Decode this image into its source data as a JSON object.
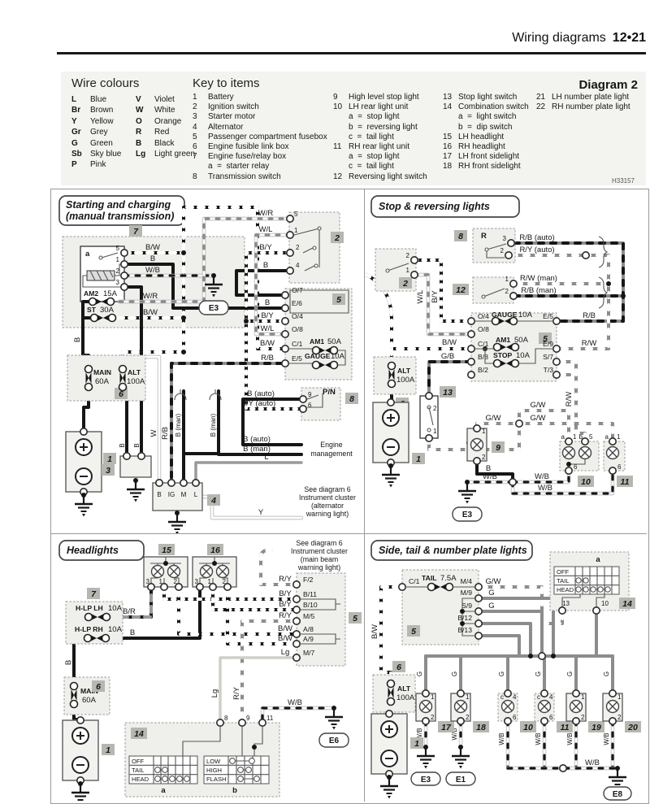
{
  "header": {
    "title": "Wiring diagrams",
    "page": "12•21"
  },
  "key": {
    "wire_colours_title": "Wire colours",
    "items_title": "Key to items",
    "diagram_label": "Diagram 2",
    "ref": "H33157",
    "wc1": [
      {
        "a": "L",
        "c": "Blue"
      },
      {
        "a": "Br",
        "c": "Brown"
      },
      {
        "a": "Y",
        "c": "Yellow"
      },
      {
        "a": "Gr",
        "c": "Grey"
      },
      {
        "a": "G",
        "c": "Green"
      },
      {
        "a": "Sb",
        "c": "Sky blue"
      },
      {
        "a": "P",
        "c": "Pink"
      }
    ],
    "wc2": [
      {
        "a": "V",
        "c": "Violet"
      },
      {
        "a": "W",
        "c": "White"
      },
      {
        "a": "O",
        "c": "Orange"
      },
      {
        "a": "R",
        "c": "Red"
      },
      {
        "a": "B",
        "c": "Black"
      },
      {
        "a": "Lg",
        "c": "Light green"
      }
    ],
    "col1": [
      {
        "n": "1",
        "t": "Battery"
      },
      {
        "n": "2",
        "t": "Ignition switch"
      },
      {
        "n": "3",
        "t": "Starter motor"
      },
      {
        "n": "4",
        "t": "Alternator"
      },
      {
        "n": "5",
        "t": "Passenger compartment fusebox"
      },
      {
        "n": "6",
        "t": "Engine fusible link box"
      },
      {
        "n": "7",
        "t": "Engine fuse/relay box"
      },
      {
        "n": "",
        "t": "a  =  starter relay"
      },
      {
        "n": "8",
        "t": "Transmission switch"
      }
    ],
    "col2": [
      {
        "n": "9",
        "t": "High level stop light"
      },
      {
        "n": "10",
        "t": "LH rear light unit"
      },
      {
        "n": "",
        "t": "a  =  stop light"
      },
      {
        "n": "",
        "t": "b  =  reversing light"
      },
      {
        "n": "",
        "t": "c  =  tail light"
      },
      {
        "n": "11",
        "t": "RH rear light unit"
      },
      {
        "n": "",
        "t": "a  =  stop light"
      },
      {
        "n": "",
        "t": "c  =  tail light"
      },
      {
        "n": "12",
        "t": "Reversing light switch"
      }
    ],
    "col3": [
      {
        "n": "13",
        "t": "Stop light switch"
      },
      {
        "n": "14",
        "t": "Combination switch"
      },
      {
        "n": "",
        "t": "a  =  light switch"
      },
      {
        "n": "",
        "t": "b  =  dip switch"
      },
      {
        "n": "15",
        "t": "LH headlight"
      },
      {
        "n": "16",
        "t": "RH headlight"
      },
      {
        "n": "17",
        "t": "LH front sidelight"
      },
      {
        "n": "18",
        "t": "RH front sidelight"
      }
    ],
    "col4": [
      {
        "n": "21",
        "t": "LH number plate light"
      },
      {
        "n": "22",
        "t": "RH number plate light"
      }
    ]
  },
  "titles": {
    "q1a": "Starting and charging",
    "q1b": "(manual transmission)",
    "q2": "Stop & reversing lights",
    "q3": "Headlights",
    "q4": "Side, tail & number plate lights"
  },
  "wires": {
    "B": "B",
    "BW": "B/W",
    "WB": "W/B",
    "WR": "W/R",
    "WL": "W/L",
    "BY": "B/Y",
    "RB": "R/B",
    "RW": "R/W",
    "RY": "R/Y",
    "BR": "B/R",
    "GB": "G/B",
    "GW": "G/W",
    "G": "G",
    "W": "W",
    "Y": "Y",
    "L": "L",
    "LG": "Lg",
    "BAUTO": "B (auto)",
    "BMAN": "B (man)",
    "BYAUTO": "B/Y (auto)",
    "RBAUTO": "R/B (auto)",
    "RYAUTO": "R/Y (auto)",
    "RWMAN": "R/W (man)",
    "RBMAN": "R/B (man)"
  },
  "fuses": {
    "AM2": "AM2",
    "A15": "15A",
    "ST": "ST",
    "A30": "30A",
    "AM1": "AM1",
    "A50": "50A",
    "GAUGE": "GAUGE",
    "A10": "10A",
    "MAIN": "MAIN",
    "A60": "60A",
    "ALT": "ALT",
    "A100": "100A",
    "STOP": "STOP",
    "TAIL": "TAIL",
    "A75": "7.5A",
    "HLPLH": "H-LP LH",
    "HLPRH": "H-LP RH"
  },
  "terms": {
    "O7": "O/7",
    "E6": "E/6",
    "O4": "O/4",
    "O8": "O/8",
    "C1": "C/1",
    "E5": "E/5",
    "E9": "E/9",
    "S7": "S/7",
    "T3": "T/3",
    "B8": "B/8",
    "B2": "B/2",
    "F2": "F/2",
    "B11": "B/11",
    "B10": "B/10",
    "M5": "M/5",
    "A8": "A/8",
    "A9": "A/9",
    "M7": "M/7",
    "M4": "M/4",
    "M9": "M/9",
    "S9": "S/9",
    "B12": "B/12",
    "B13": "B/13",
    "IG": "IG",
    "M": "M"
  },
  "grounds": {
    "E1": "E1",
    "E3": "E3",
    "E6": "E6",
    "E8": "E8"
  },
  "nums": {
    "1": "1",
    "2": "2",
    "3": "3",
    "4": "4",
    "5": "5",
    "6": "6",
    "7": "7",
    "8": "8",
    "9": "9",
    "10": "10",
    "11": "11",
    "12": "12",
    "13": "13",
    "14": "14",
    "15": "15",
    "16": "16",
    "17": "17",
    "18": "18",
    "19": "19",
    "20": "20",
    "21": "21",
    "22": "22"
  },
  "sw": {
    "a": "a",
    "b": "b",
    "c": "c",
    "R": "R",
    "PN": "P/N",
    "OFF": "OFF",
    "TAIL": "TAIL",
    "HEAD": "HEAD",
    "LOW": "LOW",
    "HIGH": "HIGH",
    "FLASH": "FLASH"
  },
  "notes": {
    "eng1": "Engine",
    "eng2": "management",
    "see6": "See diagram 6",
    "ic": "Instrument cluster",
    "alt1": "(alternator",
    "alt2": "warning light)",
    "mb1": "(main beam",
    "mb2": "warning light)"
  }
}
